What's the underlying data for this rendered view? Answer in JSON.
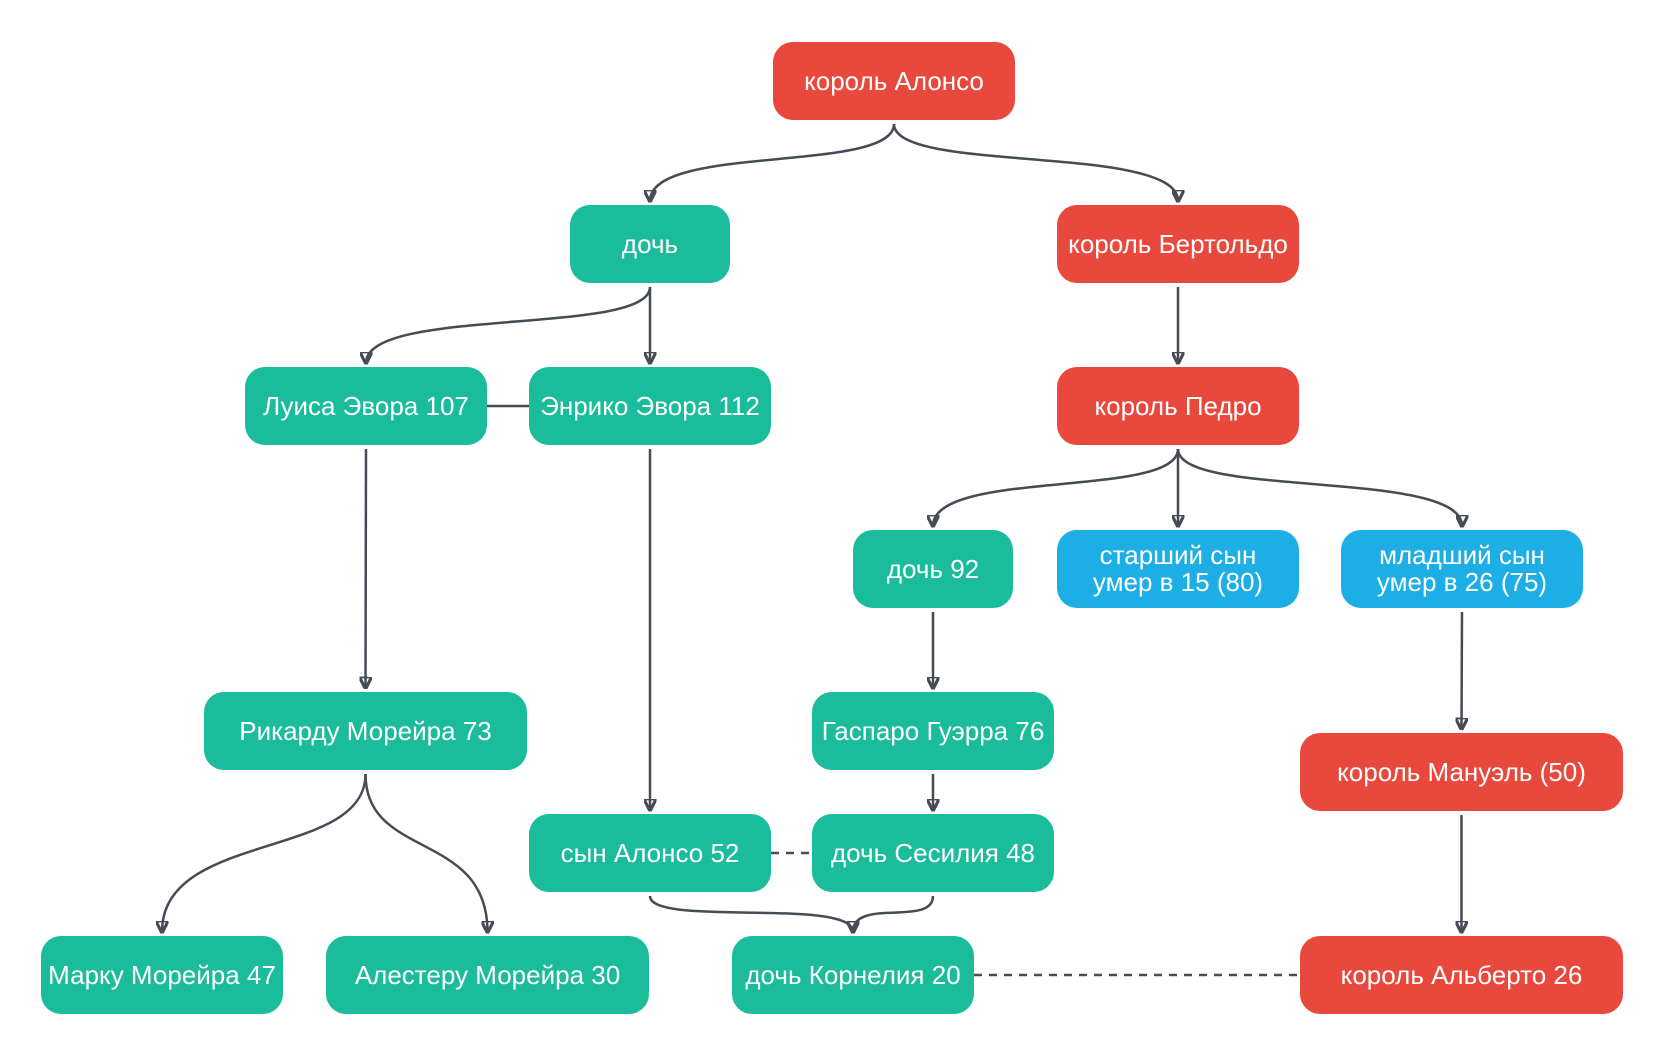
{
  "palette": {
    "red": "#e8493c",
    "green": "#1abc9c",
    "blue": "#1daee6",
    "edge": "#464c55"
  },
  "nodes": {
    "alonso": {
      "lines": [
        "король Алонсо"
      ],
      "color": "red"
    },
    "doch": {
      "lines": [
        "дочь"
      ],
      "color": "green"
    },
    "bertoldo": {
      "lines": [
        "король Бертольдо"
      ],
      "color": "red"
    },
    "luisa": {
      "lines": [
        "Луиса Эвора 107"
      ],
      "color": "green"
    },
    "enrico": {
      "lines": [
        "Энрико Эвора 112"
      ],
      "color": "green"
    },
    "pedro": {
      "lines": [
        "король Педро"
      ],
      "color": "red"
    },
    "doch92": {
      "lines": [
        "дочь 92"
      ],
      "color": "green"
    },
    "starshiy": {
      "lines": [
        "старший сын",
        "умер в 15 (80)"
      ],
      "color": "blue"
    },
    "mladshiy": {
      "lines": [
        "младший сын",
        "умер в 26 (75)"
      ],
      "color": "blue"
    },
    "ricardu": {
      "lines": [
        "Рикарду Морейра 73"
      ],
      "color": "green"
    },
    "gasparo": {
      "lines": [
        "Гаспаро Гуэрра 76"
      ],
      "color": "green"
    },
    "manuel": {
      "lines": [
        "король Мануэль (50)"
      ],
      "color": "red"
    },
    "sonalonso": {
      "lines": [
        "сын Алонсо 52"
      ],
      "color": "green"
    },
    "cecilia": {
      "lines": [
        "дочь Сесилия 48"
      ],
      "color": "green"
    },
    "marku": {
      "lines": [
        "Марку Морейра 47"
      ],
      "color": "green"
    },
    "alesteru": {
      "lines": [
        "Алестеру Морейра 30"
      ],
      "color": "green"
    },
    "cornelia": {
      "lines": [
        "дочь Корнелия 20"
      ],
      "color": "green"
    },
    "alberto": {
      "lines": [
        "король Альберто 26"
      ],
      "color": "red"
    }
  },
  "edges": [
    {
      "from": "alonso",
      "to": "doch",
      "kind": "arrow"
    },
    {
      "from": "alonso",
      "to": "bertoldo",
      "kind": "arrow"
    },
    {
      "from": "doch",
      "to": "luisa",
      "kind": "arrow"
    },
    {
      "from": "doch",
      "to": "enrico",
      "kind": "arrow"
    },
    {
      "from": "luisa",
      "to": "enrico",
      "kind": "line"
    },
    {
      "from": "bertoldo",
      "to": "pedro",
      "kind": "arrow"
    },
    {
      "from": "pedro",
      "to": "doch92",
      "kind": "arrow"
    },
    {
      "from": "pedro",
      "to": "starshiy",
      "kind": "arrow"
    },
    {
      "from": "pedro",
      "to": "mladshiy",
      "kind": "arrow"
    },
    {
      "from": "luisa",
      "to": "ricardu",
      "kind": "arrow"
    },
    {
      "from": "enrico",
      "to": "sonalonso",
      "kind": "arrow"
    },
    {
      "from": "doch92",
      "to": "gasparo",
      "kind": "arrow"
    },
    {
      "from": "mladshiy",
      "to": "manuel",
      "kind": "arrow"
    },
    {
      "from": "ricardu",
      "to": "marku",
      "kind": "arrow"
    },
    {
      "from": "ricardu",
      "to": "alesteru",
      "kind": "arrow"
    },
    {
      "from": "gasparo",
      "to": "cecilia",
      "kind": "arrow"
    },
    {
      "from": "sonalonso",
      "to": "cecilia",
      "kind": "dashed"
    },
    {
      "from": "sonalonso",
      "to": "cornelia",
      "kind": "arrow"
    },
    {
      "from": "cecilia",
      "to": "cornelia",
      "kind": "arrow"
    },
    {
      "from": "manuel",
      "to": "alberto",
      "kind": "arrow"
    },
    {
      "from": "cornelia",
      "to": "alberto",
      "kind": "dashed"
    }
  ]
}
